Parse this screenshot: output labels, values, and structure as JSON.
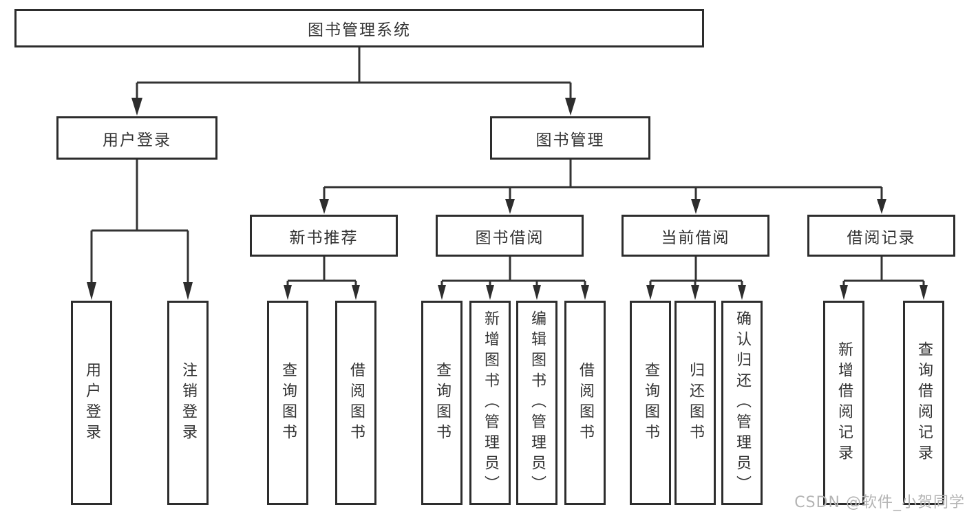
{
  "watermark": "CSDN @软件_小贺同学",
  "tree": {
    "root": "图书管理系统",
    "user": {
      "label": "用户登录",
      "children": [
        "用户登录",
        "注销登录"
      ]
    },
    "management": {
      "label": "图书管理",
      "modules": [
        {
          "label": "新书推荐",
          "children": [
            "查询图书",
            "借阅图书"
          ]
        },
        {
          "label": "图书借阅",
          "children": [
            "查询图书",
            "新增图书（管理员）",
            "编辑图书（管理员）",
            "借阅图书"
          ]
        },
        {
          "label": "当前借阅",
          "children": [
            "查询图书",
            "归还图书",
            "确认归还（管理员）"
          ]
        },
        {
          "label": "借阅记录",
          "children": [
            "新增借阅记录",
            "查询借阅记录"
          ]
        }
      ]
    }
  }
}
